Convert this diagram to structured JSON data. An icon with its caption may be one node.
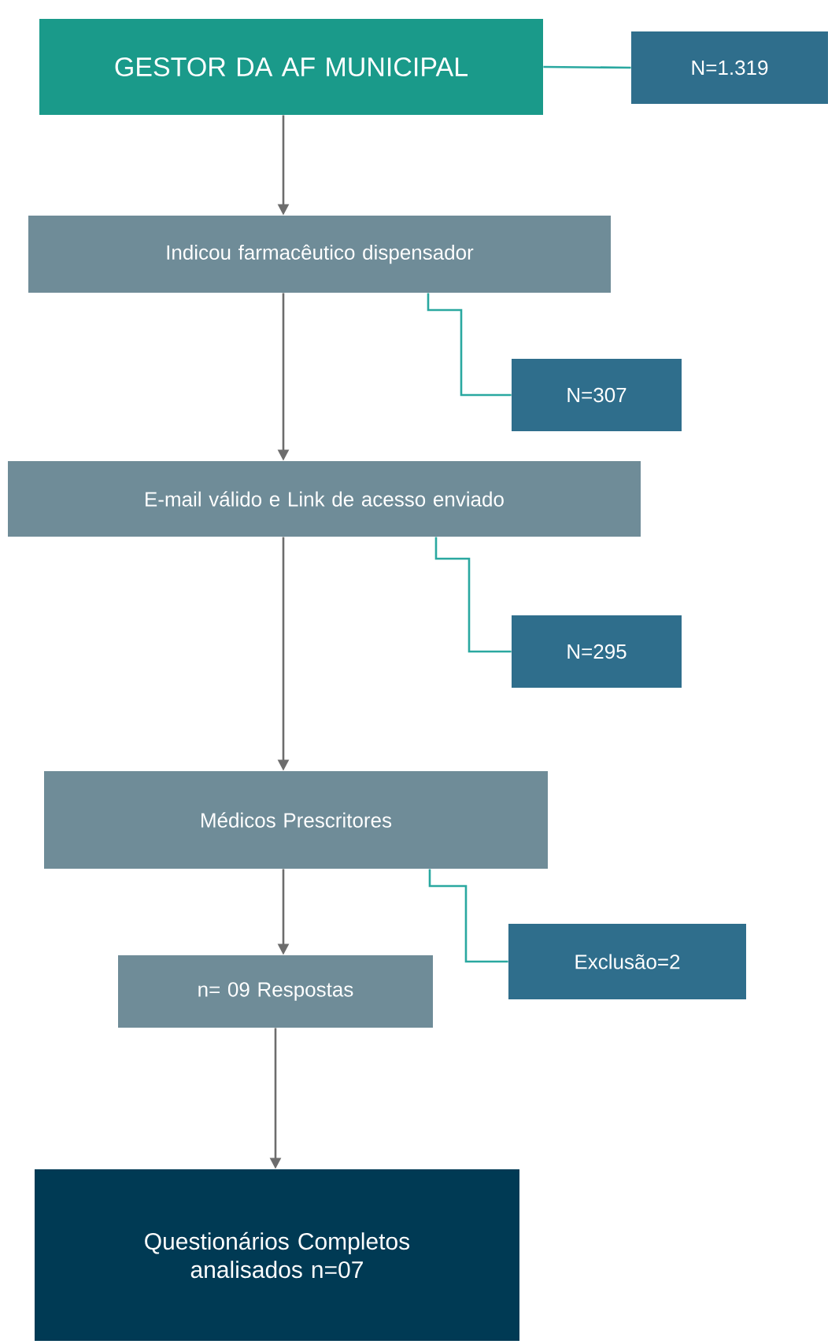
{
  "diagram": {
    "nodes": [
      {
        "text": [
          "GESTOR DA AF MUNICIPAL"
        ]
      },
      {
        "text": [
          "N=1.319"
        ]
      },
      {
        "text": [
          "Indicou farmacêutico dispensador"
        ]
      },
      {
        "text": [
          "N=307"
        ]
      },
      {
        "text": [
          "E-mail válido e Link de acesso enviado"
        ]
      },
      {
        "text": [
          "N=295"
        ]
      },
      {
        "text": [
          "Médicos Prescritores"
        ]
      },
      {
        "text": [
          "Exclusão=2"
        ]
      },
      {
        "text": [
          "n= 09 Respostas"
        ]
      },
      {
        "text": [
          "Questionários Completos analisados n=07"
        ]
      }
    ],
    "edges": [
      {
        "from": 0,
        "to": 1,
        "arrow": "none",
        "color": "#2aa8a0"
      },
      {
        "from": 0,
        "to": 2,
        "arrow": "to"
      },
      {
        "from": 2,
        "to": 3,
        "arrow": "none",
        "color": "#2aa8a0"
      },
      {
        "from": 2,
        "to": 4,
        "arrow": "to"
      },
      {
        "from": 4,
        "to": 5,
        "arrow": "none",
        "color": "#2aa8a0"
      },
      {
        "from": 4,
        "to": 6,
        "arrow": "to"
      },
      {
        "from": 6,
        "to": 7,
        "arrow": "none",
        "color": "#2aa8a0"
      },
      {
        "from": 6,
        "to": 8,
        "arrow": "to"
      },
      {
        "from": 8,
        "to": 9,
        "arrow": "to"
      }
    ]
  }
}
